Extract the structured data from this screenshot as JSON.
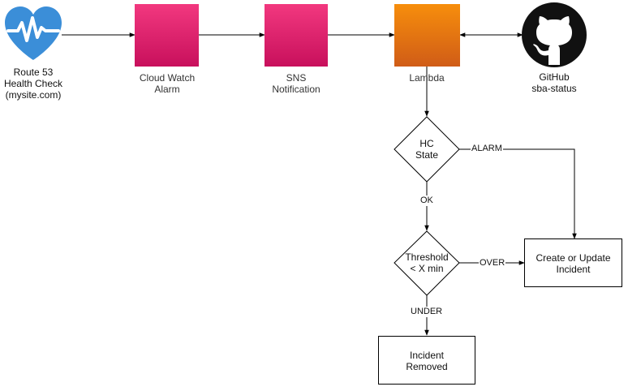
{
  "nodes": {
    "route53": {
      "lines": [
        "Route 53",
        "Health Check",
        "(mysite.com)"
      ]
    },
    "cloudwatch": {
      "lines": [
        "Cloud Watch",
        "Alarm"
      ],
      "color": "#e7157b"
    },
    "sns": {
      "lines": [
        "SNS",
        "Notification"
      ],
      "color": "#e7157b"
    },
    "lambda": {
      "lines": [
        "Lambda"
      ],
      "color": "#ed7100"
    },
    "github": {
      "lines": [
        "GitHub",
        "sba-status"
      ]
    },
    "hc_state": {
      "lines": [
        "HC",
        "State"
      ]
    },
    "threshold": {
      "lines": [
        "Threshold",
        "< X min"
      ]
    },
    "create_incident": {
      "lines": [
        "Create or Update",
        "Incident"
      ]
    },
    "incident_removed": {
      "lines": [
        "Incident",
        "Removed"
      ]
    }
  },
  "edges": {
    "alarm": "ALARM",
    "ok": "OK",
    "over": "OVER",
    "under": "UNDER"
  },
  "colors": {
    "heart": "#3b8ed8",
    "aws_pink": "#e7157b",
    "aws_orange": "#ed7100",
    "github": "#111111",
    "line": "#000000"
  }
}
